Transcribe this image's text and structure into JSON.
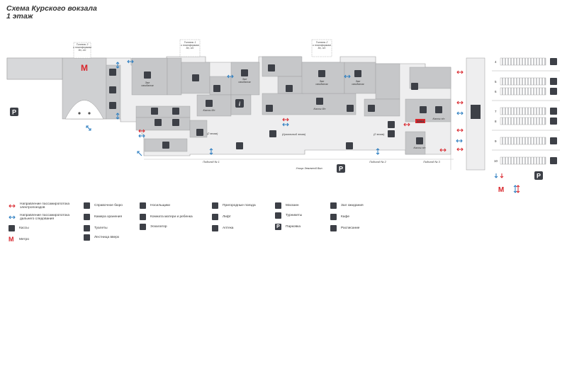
{
  "title": {
    "line1": "Схема Курского вокзала",
    "line2": "1 этаж"
  },
  "tunnels": [
    {
      "label": "Тоннель 3\nк платформам\n8н, н/с"
    },
    {
      "label": "Тоннель 1\nк платформам\n8н, н/с"
    },
    {
      "label": "Тоннель 2\nк платформам\n8н, н/с"
    }
  ],
  "rooms": {
    "waiting_left": "Зал\nожидания",
    "waiting_mid": "Зал\nожидания",
    "waiting_center": "Зал\nожидания",
    "waiting_right": "Зал\nожидания",
    "kassy_dd_left": "Кассы д/с",
    "kassy_dd_center": "Кассы д/с",
    "kassy_right": "Кассы п/с",
    "kassy_right2": "Кассы п/с",
    "floor2": "(2 этаж)",
    "floor2_right": "(2 этаж)",
    "cokol": "(Цокольный этаж)",
    "room_number": "1094"
  },
  "entrances": [
    {
      "label": "Подъезд № 1"
    },
    {
      "label": "Подъезд № 2"
    },
    {
      "label": "Подъезд № 3"
    }
  ],
  "street": "Улица Земляной Вал",
  "platforms": [
    "4",
    "5",
    "6",
    "7",
    "8",
    "9",
    "10"
  ],
  "colors": {
    "red": "#d9262c",
    "blue": "#2a7cc0",
    "dark": "#3d4047",
    "wall": "#bdbec0",
    "floor": "#eeeeef"
  },
  "legend": {
    "col1": [
      {
        "icon": "red-double-arrow-icon",
        "label": "Направление пассажиропотока электропоездов"
      },
      {
        "icon": "blue-double-arrow-icon",
        "label": "Направление пассажиропотока дальнего следования"
      },
      {
        "icon": "tickets-icon",
        "label": "Кассы"
      },
      {
        "icon": "metro-icon",
        "label": "Метро"
      }
    ],
    "col2": [
      {
        "icon": "info-icon",
        "label": "Справочное бюро"
      },
      {
        "icon": "luggage-icon",
        "label": "Камера хранения"
      },
      {
        "icon": "toilet-icon",
        "label": "Туалеты"
      },
      {
        "icon": "stairs-up-icon",
        "label": "Лестница вверх"
      }
    ],
    "col3": [
      {
        "icon": "porters-icon",
        "label": "Носильщики"
      },
      {
        "icon": "mother-child-icon",
        "label": "Комната матери и ребенка"
      },
      {
        "icon": "escalator-icon",
        "label": "Эскалатор"
      }
    ],
    "col4": [
      {
        "icon": "train-tickets-icon",
        "label": "Пригородные поезда"
      },
      {
        "icon": "lift-icon",
        "label": "Лифт"
      },
      {
        "icon": "pharmacy-icon",
        "label": "Аптека"
      }
    ],
    "col5": [
      {
        "icon": "shop-icon",
        "label": "Магазин"
      },
      {
        "icon": "turnstile-icon",
        "label": "Турникеты"
      },
      {
        "icon": "parking-icon",
        "label": "Парковка"
      }
    ],
    "col6": [
      {
        "icon": "waiting-room-icon",
        "label": "Зал ожидания"
      },
      {
        "icon": "cafe-icon",
        "label": "Кафе"
      },
      {
        "icon": "schedule-icon",
        "label": "Расписание"
      }
    ]
  },
  "parking_letter": "P",
  "metro_letter": "M",
  "info_letter": "i"
}
